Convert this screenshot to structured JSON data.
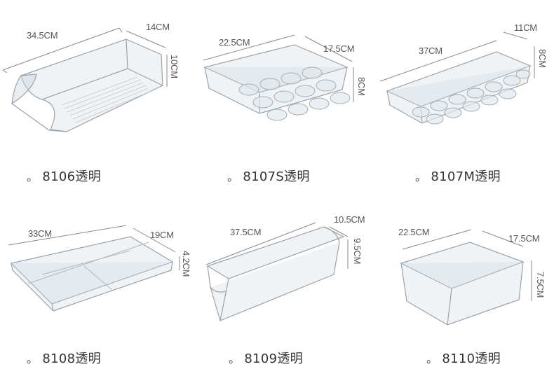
{
  "products": [
    {
      "model": "8106透明",
      "dims": [
        "34.5CM",
        "14CM",
        "10CM"
      ]
    },
    {
      "model": "8107S透明",
      "dims": [
        "22.5CM",
        "17.5CM",
        "8CM"
      ]
    },
    {
      "model": "8107M透明",
      "dims": [
        "37CM",
        "11CM",
        "8CM"
      ]
    },
    {
      "model": "8108透明",
      "dims": [
        "33CM",
        "19CM",
        "4.2CM"
      ]
    },
    {
      "model": "8109透明",
      "dims": [
        "37.5CM",
        "10.5CM",
        "9.5CM"
      ]
    },
    {
      "model": "8110透明",
      "dims": [
        "22.5CM",
        "17.5CM",
        "7.5CM"
      ]
    }
  ],
  "caption_bullet": "。"
}
